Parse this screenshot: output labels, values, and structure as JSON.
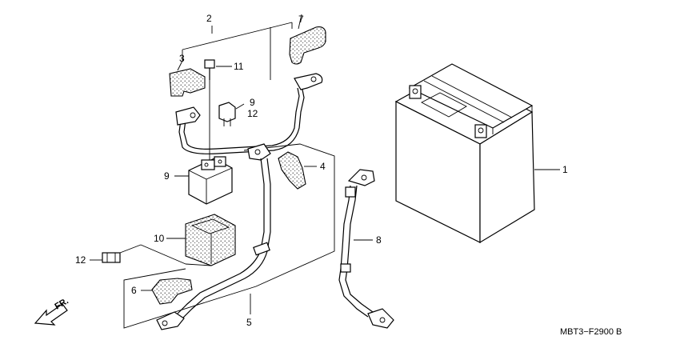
{
  "labels": {
    "p1": "1",
    "p2": "2",
    "p3": "3",
    "p4": "4",
    "p5": "5",
    "p6": "6",
    "p7": "7",
    "p8": "8",
    "p9a": "9",
    "p9b": "9",
    "p10": "10",
    "p11": "11",
    "p12a": "12",
    "p12b": "12"
  },
  "front_marker": "FR.",
  "diagram_code": "MBT3−F2900 B"
}
